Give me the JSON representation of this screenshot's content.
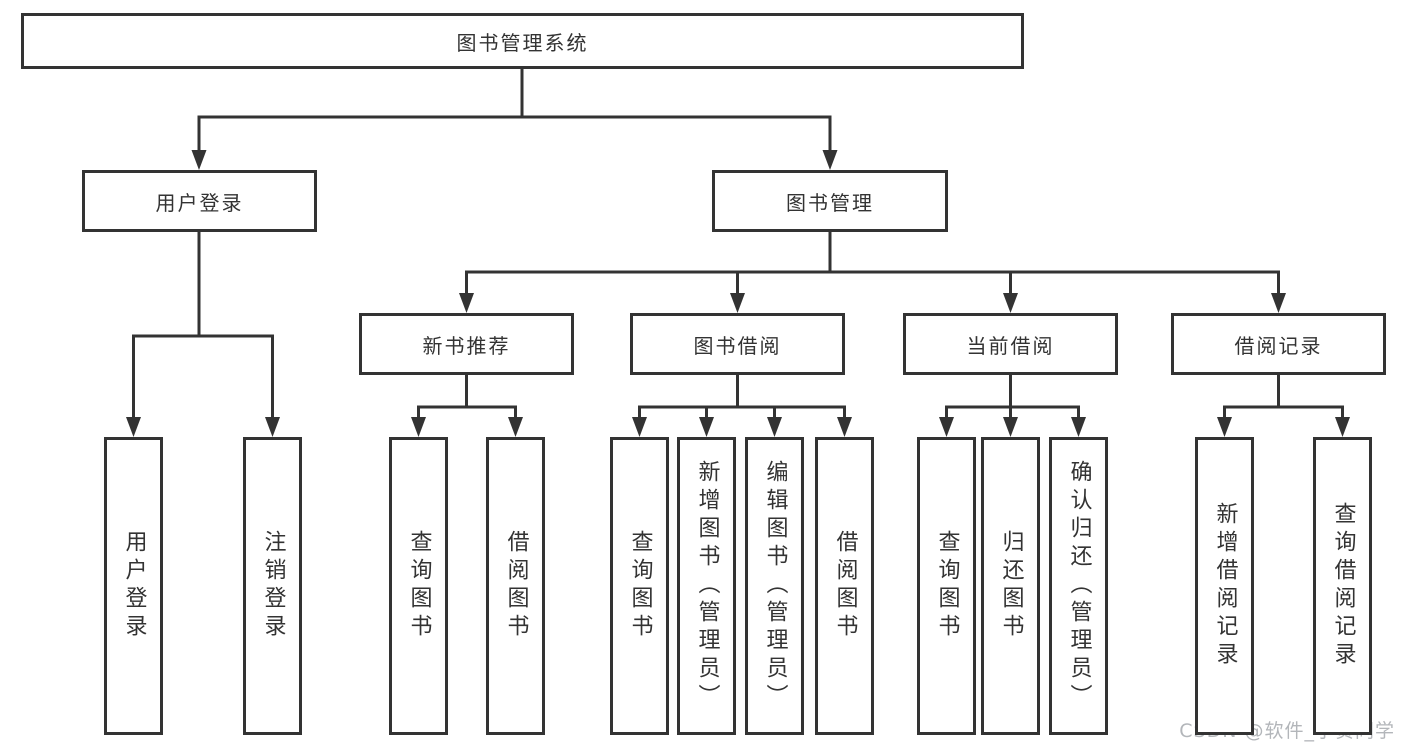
{
  "tree": {
    "root": {
      "label": "图书管理系统"
    },
    "branches": [
      {
        "label": "用户登录",
        "children": [
          {
            "label": "用户登录"
          },
          {
            "label": "注销登录"
          }
        ]
      },
      {
        "label": "图书管理",
        "children": [
          {
            "label": "新书推荐",
            "children": [
              {
                "label": "查询图书"
              },
              {
                "label": "借阅图书"
              }
            ]
          },
          {
            "label": "图书借阅",
            "children": [
              {
                "label": "查询图书"
              },
              {
                "label": "新增图书（管理员）"
              },
              {
                "label": "编辑图书（管理员）"
              },
              {
                "label": "借阅图书"
              }
            ]
          },
          {
            "label": "当前借阅",
            "children": [
              {
                "label": "查询图书"
              },
              {
                "label": "归还图书"
              },
              {
                "label": "确认归还（管理员）"
              }
            ]
          },
          {
            "label": "借阅记录",
            "children": [
              {
                "label": "新增借阅记录"
              },
              {
                "label": "查询借阅记录"
              }
            ]
          }
        ]
      }
    ]
  },
  "watermark": {
    "text": "CSDN @软件_小贺同学"
  },
  "colors": {
    "line": "#333333",
    "box_border": "#333333",
    "text": "#333333",
    "background": "#ffffff",
    "watermark": "#b3b6ba"
  }
}
